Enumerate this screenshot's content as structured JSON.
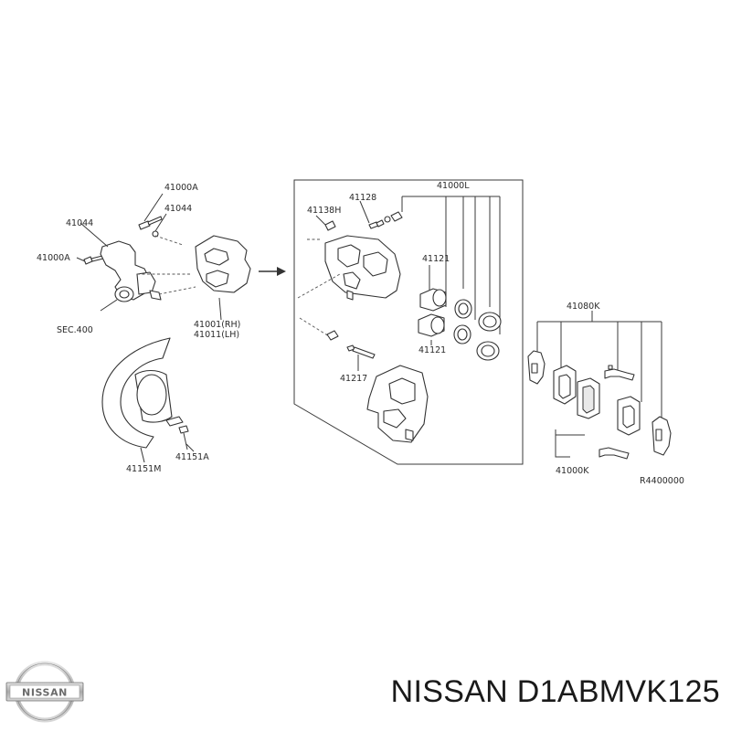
{
  "labels": {
    "l_41000A_top": "41000A",
    "l_41044_top": "41044",
    "l_41044_left": "41044",
    "l_41000A_left": "41000A",
    "l_sec400": "SEC.400",
    "l_41001": "41001(RH)",
    "l_41011": "41011(LH)",
    "l_41151M": "41151M",
    "l_41151A": "41151A",
    "l_41138H": "41138H",
    "l_41128": "41128",
    "l_41000L": "41000L",
    "l_41121_a": "41121",
    "l_41121_b": "41121",
    "l_41217": "41217",
    "l_41080K": "41080K",
    "l_41000K": "41000K",
    "l_ref": "R4400000"
  },
  "brand": {
    "logo_text": "NISSAN",
    "caption": "NISSAN D1ABMVK125"
  },
  "colors": {
    "line": "#333333",
    "text": "#1a1a1a",
    "logo_silver": "#b9b9b9",
    "logo_band": "#8c8c8c"
  }
}
